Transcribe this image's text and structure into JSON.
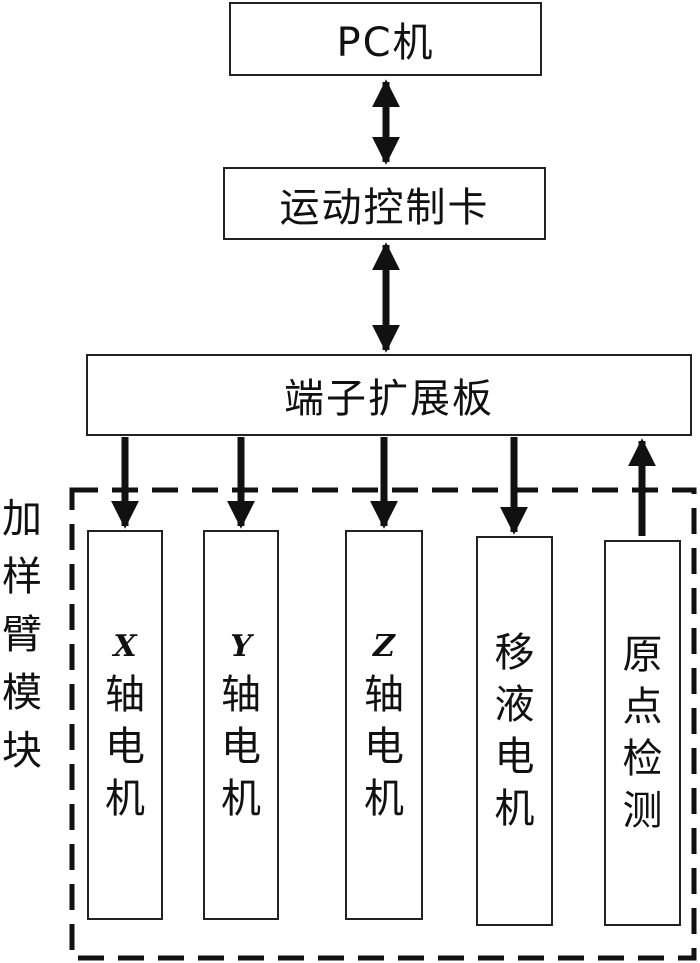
{
  "nodes": {
    "pc": "PC机",
    "motion_card": "运动控制卡",
    "terminal_board": "端子扩展板",
    "x_motor": {
      "axis": "X",
      "chars": [
        "轴",
        "电",
        "机"
      ]
    },
    "y_motor": {
      "axis": "Y",
      "chars": [
        "轴",
        "电",
        "机"
      ]
    },
    "z_motor": {
      "axis": "Z",
      "chars": [
        "轴",
        "电",
        "机"
      ]
    },
    "pipette_motor": {
      "chars": [
        "移",
        "液",
        "电",
        "机"
      ]
    },
    "origin_detect": {
      "chars": [
        "原",
        "点",
        "检",
        "测"
      ]
    }
  },
  "module_label": [
    "加",
    "样",
    "臂",
    "模",
    "块"
  ],
  "edges": [
    {
      "from": "pc",
      "to": "motion_card",
      "direction": "bidirectional"
    },
    {
      "from": "motion_card",
      "to": "terminal_board",
      "direction": "bidirectional"
    },
    {
      "from": "terminal_board",
      "to": "x_motor",
      "direction": "forward"
    },
    {
      "from": "terminal_board",
      "to": "y_motor",
      "direction": "forward"
    },
    {
      "from": "terminal_board",
      "to": "z_motor",
      "direction": "forward"
    },
    {
      "from": "terminal_board",
      "to": "pipette_motor",
      "direction": "forward"
    },
    {
      "from": "origin_detect",
      "to": "terminal_board",
      "direction": "forward"
    }
  ]
}
